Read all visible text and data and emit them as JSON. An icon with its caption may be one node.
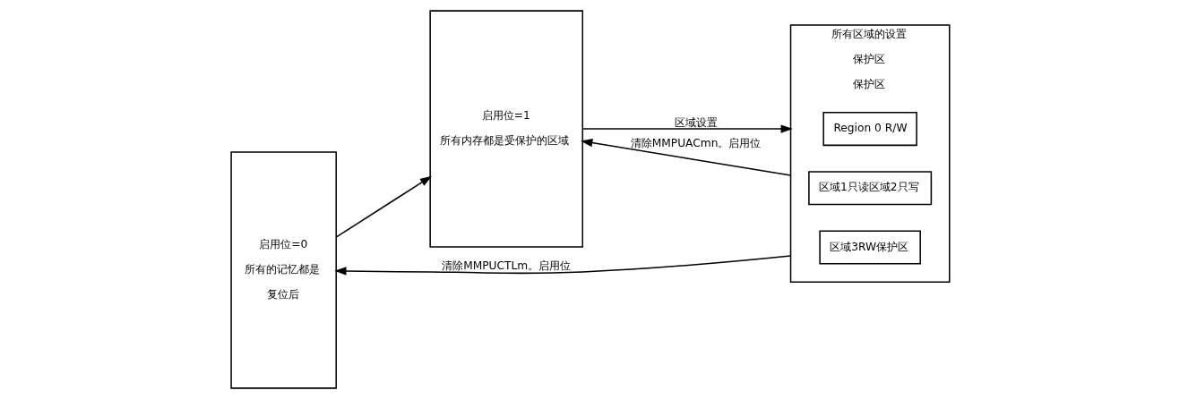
{
  "diagram": {
    "nodes": [
      {
        "text": [
          "启用位=0",
          "所有的记忆都是",
          "复位后"
        ]
      },
      {
        "text": [
          "启用位=1",
          "所有内存都是受保护的区域"
        ]
      },
      {
        "text": [
          "所有区域的设置",
          "保护区",
          "保护区"
        ]
      },
      {
        "text": [
          "Region 0 R/W"
        ],
        "in": 2
      },
      {
        "text": [
          "区域1只读区域2只写"
        ],
        "in": 2
      },
      {
        "text": [
          "区域3RW保护区"
        ],
        "in": 2
      }
    ],
    "edges": [
      {
        "from": 0,
        "to": 1,
        "arrow": "to"
      },
      {
        "from": 1,
        "to": 2,
        "arrow": "to",
        "label": "区域设置"
      },
      {
        "from": 2,
        "to": 1,
        "arrow": "to",
        "label": "清除MMPUACmn。启用位"
      },
      {
        "from": 2,
        "to": 0,
        "arrow": "to",
        "label": "清除MMPUCTLm。启用位"
      }
    ]
  }
}
